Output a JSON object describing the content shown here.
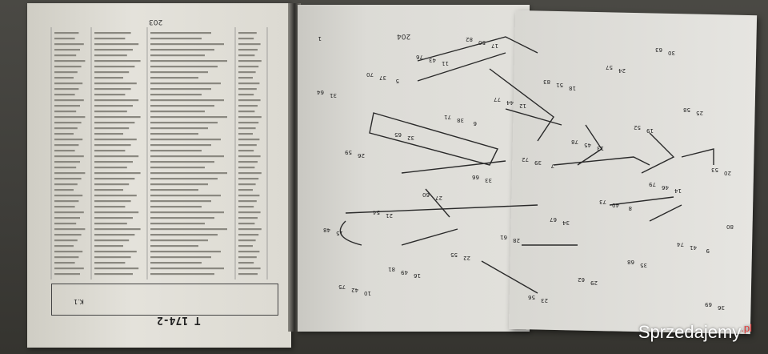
{
  "document": {
    "doc_code": "T 174-2",
    "corner_code": "K.1",
    "left_page_number": "203",
    "right_page_number": "204"
  },
  "watermark": {
    "brand": "Sprzedajemy",
    "tld": ".pl"
  },
  "diagram": {
    "callouts": [
      "1",
      "5",
      "6",
      "7",
      "8",
      "9",
      "10",
      "11",
      "12",
      "13",
      "14",
      "15",
      "16",
      "17",
      "18",
      "19",
      "20",
      "21",
      "22",
      "23",
      "24",
      "25",
      "26",
      "27",
      "28",
      "29",
      "30",
      "31",
      "32",
      "33",
      "34",
      "35",
      "36",
      "37",
      "38",
      "39",
      "40",
      "41",
      "42",
      "43",
      "44",
      "45",
      "46",
      "48",
      "49",
      "50",
      "51",
      "52",
      "53",
      "54",
      "55",
      "56",
      "57",
      "58",
      "59",
      "60",
      "61",
      "62",
      "63",
      "64",
      "65",
      "66",
      "67",
      "68",
      "69",
      "70",
      "71",
      "72",
      "73",
      "74",
      "75",
      "76",
      "77",
      "78",
      "79",
      "80",
      "81",
      "82",
      "83"
    ]
  }
}
